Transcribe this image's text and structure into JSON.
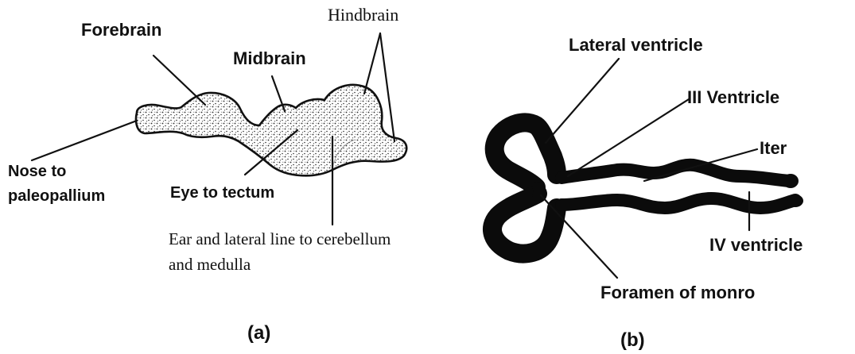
{
  "panel_a": {
    "caption": "(a)",
    "labels": {
      "forebrain": "Forebrain",
      "midbrain": "Midbrain",
      "hindbrain": "Hindbrain",
      "nose": "Nose to",
      "nose_2": "paleopallium",
      "eye": "Eye to tectum",
      "ear": "Ear and lateral line to cerebellum",
      "ear_2": "and  medulla"
    }
  },
  "panel_b": {
    "caption": "(b)",
    "labels": {
      "lateral_ventricle": "Lateral ventricle",
      "third_ventricle": "III Ventricle",
      "iter": "Iter",
      "fourth_ventricle": "IV ventricle",
      "foramen": "Foramen of monro"
    }
  },
  "colors": {
    "ink": "#111111",
    "stipple": "#2a2a2a",
    "background": "#ffffff"
  }
}
